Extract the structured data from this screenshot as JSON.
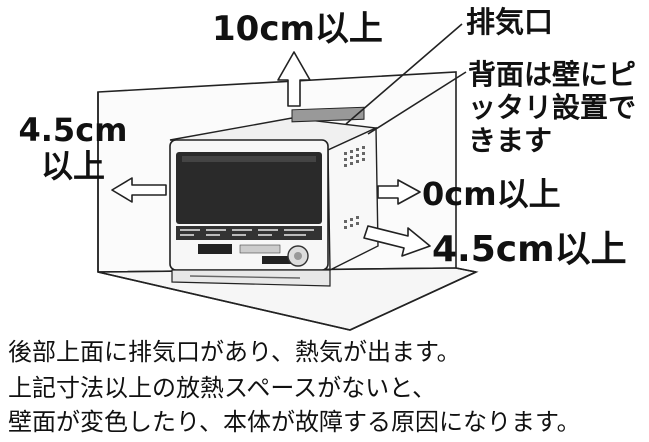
{
  "labels": {
    "top_clearance": "10cm以上",
    "exhaust": "排気口",
    "back_wall": "背面は壁にピッタリ設置できます",
    "left_clearance": "4.5cm以上",
    "right_clearance": "0cm以上",
    "front_clearance": "4.5cm以上"
  },
  "notes": [
    "後部上面に排気口があり、熱気が出ます。",
    "上記寸法以上の放熱スペースがないと、",
    "壁面が変色したり、本体が故障する原因になります。"
  ],
  "icons": [
    "up-arrow-icon",
    "left-arrow-icon",
    "right-arrow-icon",
    "front-arrow-icon"
  ],
  "colors": {
    "line": "#222222",
    "wall": "#f4f4f4",
    "panel": "#2a2a2a",
    "oven_body": "#f7f7f7"
  }
}
